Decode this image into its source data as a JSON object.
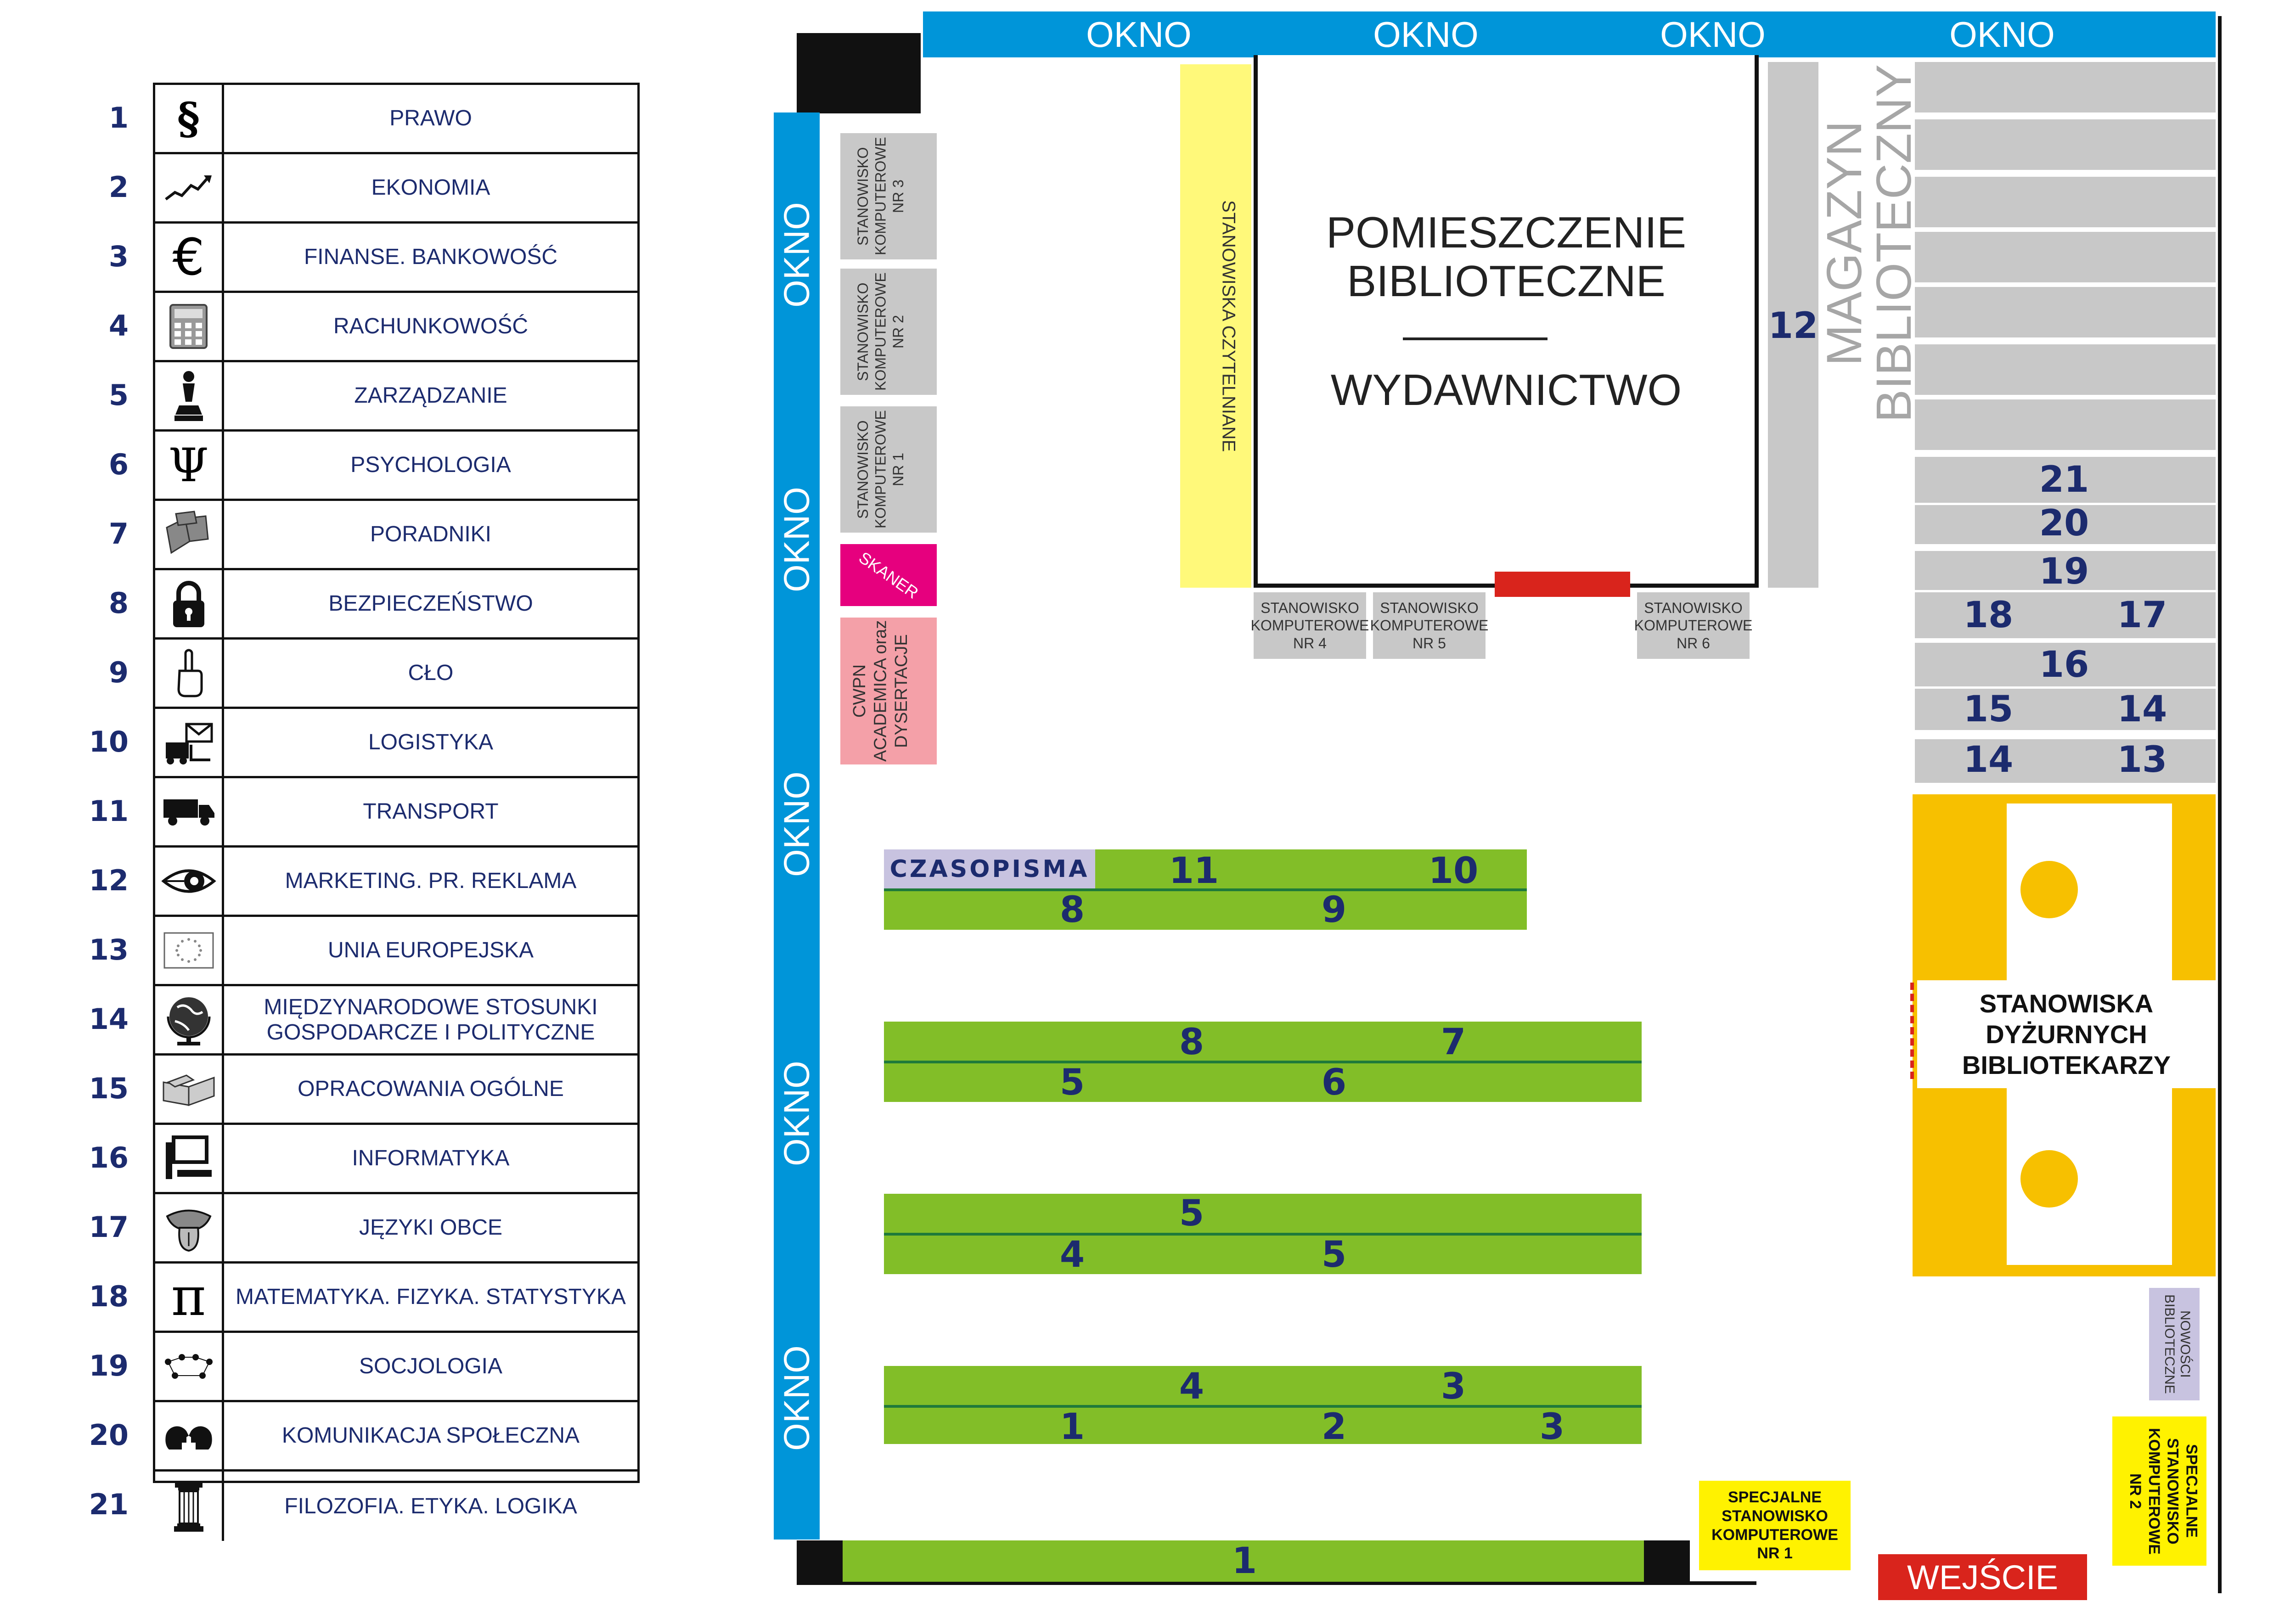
{
  "legend": {
    "rows": [
      {
        "num": "1",
        "label": "PRAWO",
        "icon": "paragraph-icon"
      },
      {
        "num": "2",
        "label": "EKONOMIA",
        "icon": "trend-arrow-icon"
      },
      {
        "num": "3",
        "label": "FINANSE. BANKOWOŚĆ",
        "icon": "euro-icon"
      },
      {
        "num": "4",
        "label": "RACHUNKOWOŚĆ",
        "icon": "calculator-icon"
      },
      {
        "num": "5",
        "label": "ZARZĄDZANIE",
        "icon": "chess-piece-icon"
      },
      {
        "num": "6",
        "label": "PSYCHOLOGIA",
        "icon": "psi-icon"
      },
      {
        "num": "7",
        "label": "PORADNIKI",
        "icon": "books-icon"
      },
      {
        "num": "8",
        "label": "BEZPIECZEŃSTWO",
        "icon": "padlock-icon"
      },
      {
        "num": "9",
        "label": "CŁO",
        "icon": "pointing-hand-icon"
      },
      {
        "num": "10",
        "label": "LOGISTYKA",
        "icon": "forklift-mail-icon"
      },
      {
        "num": "11",
        "label": "TRANSPORT",
        "icon": "truck-icon"
      },
      {
        "num": "12",
        "label": "MARKETING. PR. REKLAMA",
        "icon": "eye-icon"
      },
      {
        "num": "13",
        "label": "UNIA EUROPEJSKA",
        "icon": "eu-flag-icon"
      },
      {
        "num": "14",
        "label": "MIĘDZYNARODOWE STOSUNKI GOSPODARCZE I POLITYCZNE",
        "icon": "globe-icon"
      },
      {
        "num": "15",
        "label": "OPRACOWANIA OGÓLNE",
        "icon": "open-books-icon"
      },
      {
        "num": "16",
        "label": "INFORMATYKA",
        "icon": "computer-icon"
      },
      {
        "num": "17",
        "label": "JĘZYKI OBCE",
        "icon": "tongue-icon"
      },
      {
        "num": "18",
        "label": "MATEMATYKA. FIZYKA. STATYSTYKA",
        "icon": "pi-icon"
      },
      {
        "num": "19",
        "label": "SOCJOLOGIA",
        "icon": "people-network-icon"
      },
      {
        "num": "20",
        "label": "KOMUNIKACJA SPOŁECZNA",
        "icon": "talking-heads-icon"
      },
      {
        "num": "21",
        "label": "FILOZOFIA. ETYKA. LOGIKA",
        "icon": "column-icon"
      }
    ]
  },
  "map": {
    "window": "OKNO",
    "room_title_1": "POMIESZCZENIE",
    "room_title_2": "BIBLIOTECZNE",
    "room_subtitle": "WYDAWNICTWO",
    "storage_1": "MAGAZYN",
    "storage_2": "BIBLIOTECZNY",
    "storage_num": "12",
    "reading": "STANOWISKA CZYTELNIANE",
    "pc1": "STANOWISKO KOMPUTEROWE NR 1",
    "pc2": "STANOWISKO KOMPUTEROWE NR 2",
    "pc3": "STANOWISKO KOMPUTEROWE NR 3",
    "pc4": "STANOWISKO KOMPUTEROWE NR 4",
    "pc5": "STANOWISKO KOMPUTEROWE NR 5",
    "pc6": "STANOWISKO KOMPUTEROWE NR 6",
    "scanner": "SKANER",
    "cwpn": "CWPN ACADEMICA oraz DYSERTACJE",
    "periodicals": "CZASOPISMA",
    "duty": "STANOWISKA DYŻURNYCH BIBLIOTEKARZY",
    "news": "NOWOŚCI BIBLIOTECZNE",
    "special1": "SPECJALNE STANOWISKO KOMPUTEROWE NR 1",
    "special2": "SPECJALNE STANOWISKO KOMPUTEROWE NR 2",
    "entrance": "WEJŚCIE",
    "shelf_numbers": [
      "21",
      "20",
      "19",
      "18",
      "17",
      "16",
      "15",
      "14",
      "14",
      "13"
    ],
    "rack_numbers": [
      "11",
      "10",
      "8",
      "9",
      "8",
      "7",
      "5",
      "6",
      "5",
      "4",
      "5",
      "4",
      "3",
      "1",
      "2",
      "3",
      "1"
    ]
  },
  "colors": {
    "window": "#0095d9",
    "shelf": "#c8c8c8",
    "rack": "#82be28",
    "reading": "#fff97a",
    "duty": "#f7c000",
    "scanner": "#e6007e",
    "cwpn": "#f4a0a8",
    "news": "#c8c3e0",
    "special": "#fff200",
    "entrance": "#d9241c",
    "text": "#1c2b6e"
  }
}
